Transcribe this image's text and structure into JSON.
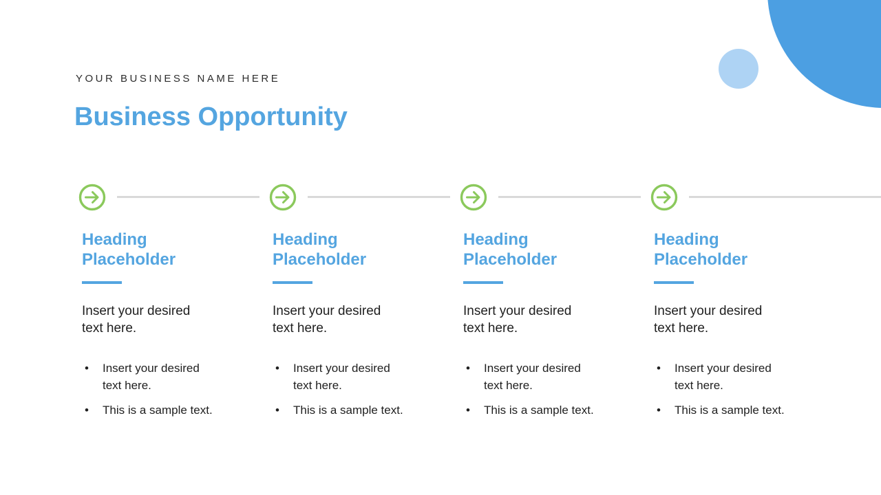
{
  "slide": {
    "business_name": "YOUR BUSINESS NAME HERE",
    "title": "Business Opportunity"
  },
  "list_style": {
    "bullet_char": "•"
  },
  "icons": {
    "step": "arrow-right-circle"
  },
  "columns": [
    {
      "heading": "Heading Placeholder",
      "paragraph": "Insert your desired text here.",
      "bullets": [
        "Insert your desired text here.",
        "This is a sample text."
      ]
    },
    {
      "heading": "Heading Placeholder",
      "paragraph": "Insert your desired text here.",
      "bullets": [
        "Insert your desired text here.",
        "This is a sample text."
      ]
    },
    {
      "heading": "Heading Placeholder",
      "paragraph": "Insert your desired text here.",
      "bullets": [
        "Insert your desired text here.",
        "This is a sample text."
      ]
    },
    {
      "heading": "Heading Placeholder",
      "paragraph": "Insert your desired text here.",
      "bullets": [
        "Insert your desired text here.",
        "This is a sample text."
      ]
    }
  ],
  "colors": {
    "accent-blue": "#54A5E0",
    "deco-blue": "#4C9FE2",
    "deco-blue-light": "#AED3F4",
    "green-accent": "#8BC95C",
    "connector-gray": "#D9D9D9",
    "body-text": "#1F1F1F",
    "brand-text": "#2D2D2D"
  }
}
